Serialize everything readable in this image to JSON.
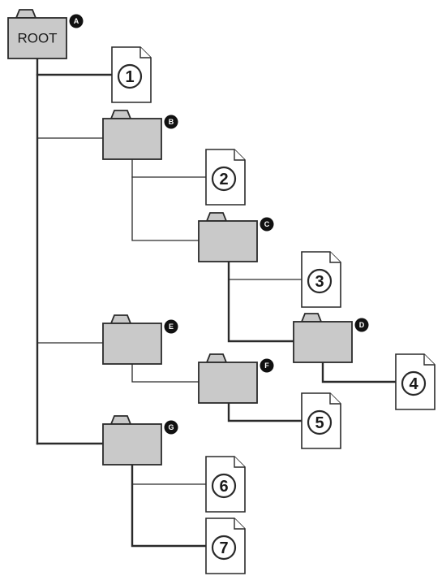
{
  "root": {
    "label": "ROOT",
    "badge": "A"
  },
  "folders": [
    {
      "id": "B",
      "badge": "B"
    },
    {
      "id": "C",
      "badge": "C"
    },
    {
      "id": "D",
      "badge": "D"
    },
    {
      "id": "E",
      "badge": "E"
    },
    {
      "id": "F",
      "badge": "F"
    },
    {
      "id": "G",
      "badge": "G"
    }
  ],
  "files": [
    {
      "number": "1",
      "parent": "ROOT"
    },
    {
      "number": "2",
      "parent": "B"
    },
    {
      "number": "3",
      "parent": "C"
    },
    {
      "number": "4",
      "parent": "D"
    },
    {
      "number": "5",
      "parent": "F"
    },
    {
      "number": "6",
      "parent": "G"
    },
    {
      "number": "7",
      "parent": "G"
    }
  ],
  "colors": {
    "folder_fill": "#c9c9c9",
    "line": "#2a2a2a",
    "badge": "#111111"
  }
}
